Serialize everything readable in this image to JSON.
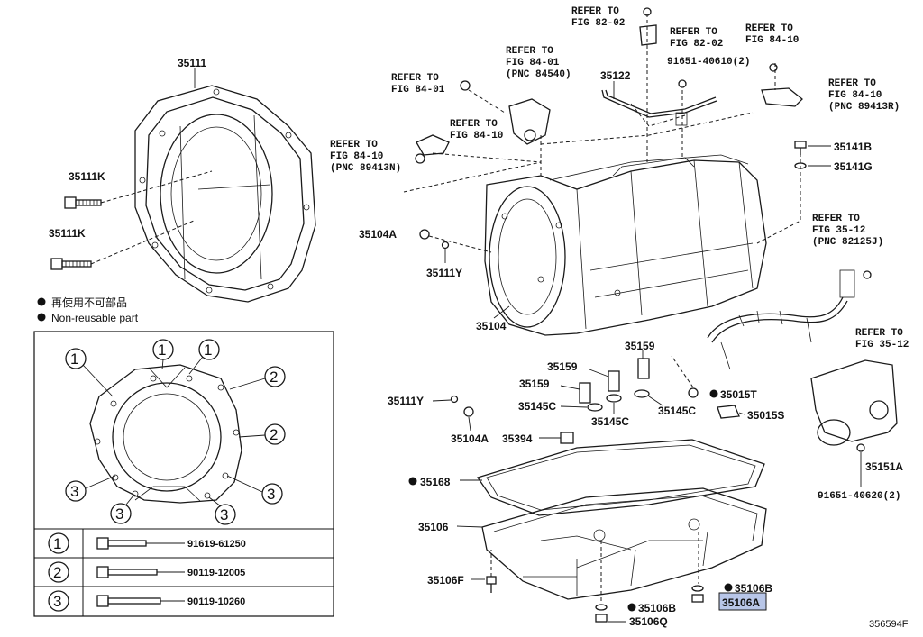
{
  "legend": {
    "jp": "再使用不可部品",
    "en": "Non-reusable part"
  },
  "labels": {
    "bellhousing": "35111",
    "bolt_k1": "35111K",
    "bolt_k2": "35111K",
    "case": "35104",
    "plug_a": "35104A",
    "plug_a2": "35104A",
    "oring_y": "35111Y",
    "oring_y2": "35111Y",
    "pipe": "35122",
    "bolt_b": "35141B",
    "gasket_g": "35141G",
    "sleeve1": "35159",
    "sleeve2": "35159",
    "sleeve3": "35159",
    "seal_c1": "35145C",
    "seal_c2": "35145C",
    "seal_c3": "35145C",
    "oring_t": "35015T",
    "sensor_s": "35015S",
    "magnet": "35394",
    "pan_gasket": "35168",
    "oil_pan": "35106",
    "pan_bolt_f": "35106F",
    "drain_b1": "35106B",
    "drain_b2": "35106B",
    "drain_plug_a": "35106A",
    "drain_q": "35106Q",
    "cover": "35151A",
    "bolt_91651_2": "91651-40610(2)",
    "bolt_91651_bottom": "91651-40620(2)",
    "diagram_no": "356594F"
  },
  "refs": {
    "r1": [
      "REFER TO",
      "FIG 82-02"
    ],
    "r2": [
      "REFER TO",
      "FIG 82-02"
    ],
    "r3": [
      "REFER TO",
      "FIG 84-01",
      "(PNC 84540)"
    ],
    "r4": [
      "REFER TO",
      "FIG 84-01"
    ],
    "r5": [
      "REFER TO",
      "FIG 84-10"
    ],
    "r6": [
      "REFER TO",
      "FIG 84-10",
      "(PNC 89413N)"
    ],
    "r7": [
      "REFER TO",
      "FIG 84-10"
    ],
    "r8": [
      "REFER TO",
      "FIG 84-10",
      "(PNC 89413R)"
    ],
    "r9": [
      "REFER TO",
      "FIG 35-12",
      "(PNC 82125J)"
    ],
    "r10": [
      "REFER TO",
      "FIG 35-12"
    ]
  },
  "inset": {
    "callouts": [
      "1",
      "2",
      "3"
    ],
    "table": [
      {
        "key": "1",
        "part": "91619-61250"
      },
      {
        "key": "2",
        "part": "90119-12005"
      },
      {
        "key": "3",
        "part": "90119-10260"
      }
    ]
  },
  "highlight_color": "#b8c6e8"
}
